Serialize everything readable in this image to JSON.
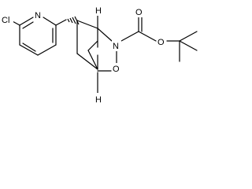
{
  "molecule": {
    "atoms": {
      "chlorine": "Cl",
      "pyridine_nitrogen": "N",
      "bridge_nitrogen": "N",
      "ring_oxygen": "O",
      "carbonyl_oxygen": "O",
      "ester_oxygen": "O",
      "stereo_h_top": "H",
      "stereo_h_bottom": "H"
    },
    "colors": {
      "bond": "#000000",
      "background": "#ffffff"
    }
  }
}
